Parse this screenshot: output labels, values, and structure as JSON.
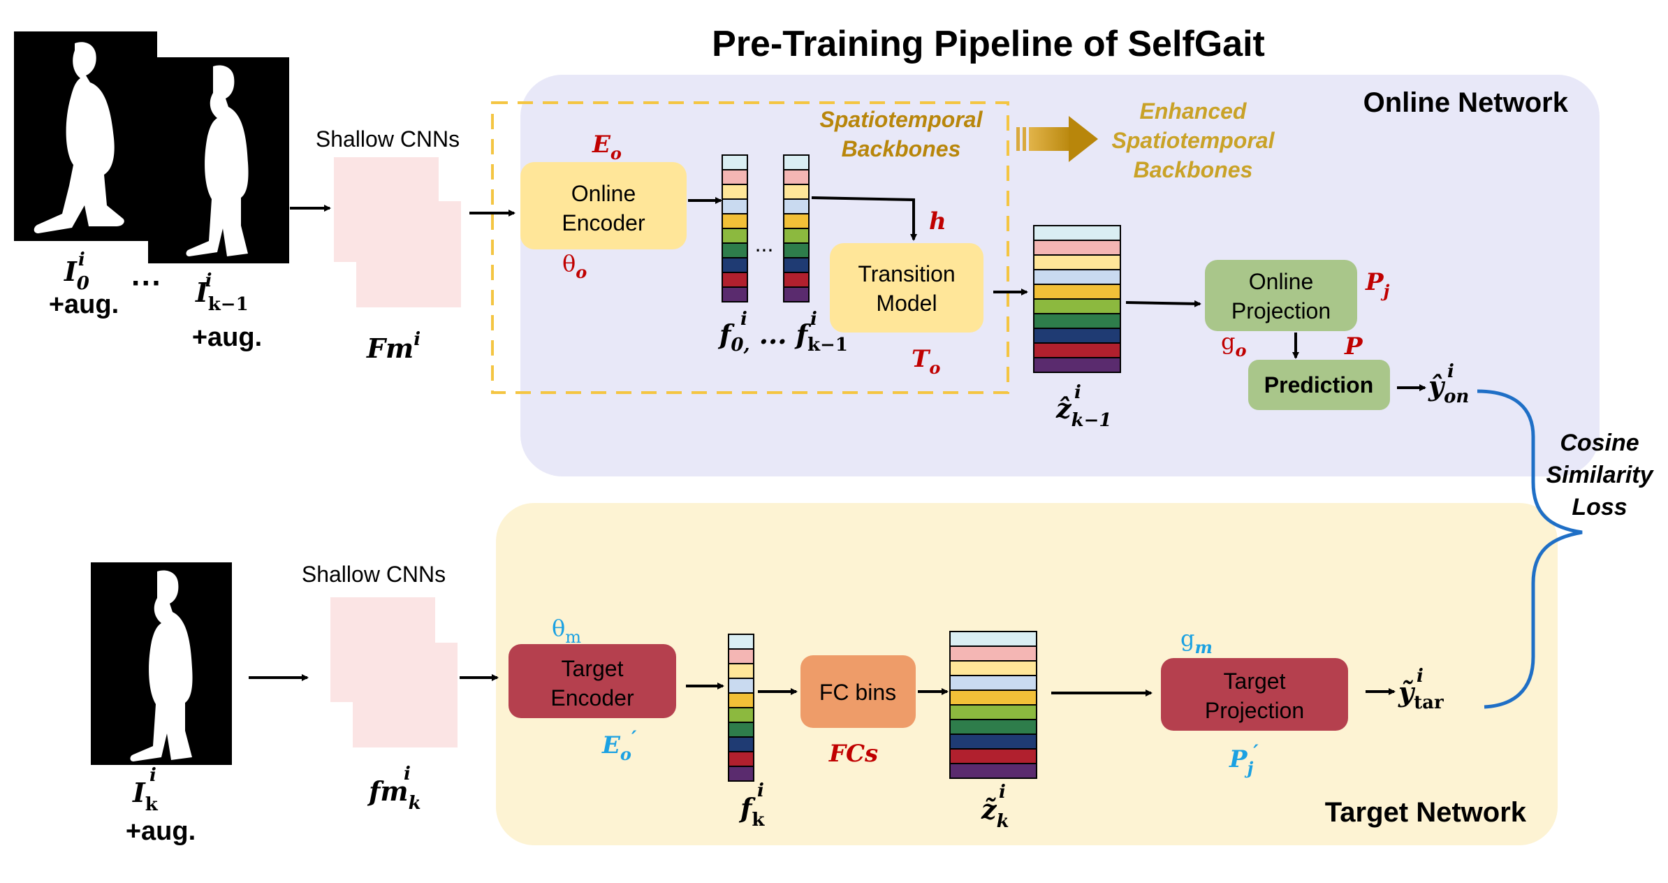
{
  "title": "Pre-Training Pipeline of SelfGait",
  "online_network": {
    "label": "Online Network",
    "shallow_cnns_label": "Shallow CNNs",
    "input_first_label": "I",
    "input_first_sub": "0",
    "input_first_sup": "i",
    "input_first_aug": "+aug.",
    "ellipsis": "···",
    "input_last_label": "I",
    "input_last_sub": "k−1",
    "input_last_sup": "i",
    "input_last_aug": "+aug.",
    "feature_map_label": "Fm",
    "feature_map_sup": "i",
    "encoder_line1": "Online",
    "encoder_line2": "Encoder",
    "encoder_symbol": "E",
    "encoder_symbol_sub": "o",
    "encoder_param": "θ",
    "encoder_param_sub": "o",
    "features_ellipsis": "...",
    "features_label": "f",
    "features_label_sub0": "0,",
    "features_label_mid": " ... f",
    "features_label_subk": "k−1",
    "features_sup": "i",
    "backbone_line1": "Spatiotemporal",
    "backbone_line2": "Backbones",
    "enhanced_line1": "Enhanced",
    "enhanced_line2": "Spatiotemporal",
    "enhanced_line3": "Backbones",
    "h_label": "h",
    "transition_line1": "Transition",
    "transition_line2": "Model",
    "transition_symbol": "T",
    "transition_symbol_sub": "o",
    "z_label": "ẑ",
    "z_sub": "k−1",
    "z_sup": "i",
    "projection_line1": "Online",
    "projection_line2": "Projection",
    "projection_symbol": "P",
    "projection_symbol_sub": "j",
    "projection_param": "g",
    "projection_param_sub": "o",
    "prediction_label": "Prediction",
    "prediction_symbol": "P",
    "output_label": "ŷ",
    "output_sub": "on",
    "output_sup": "i"
  },
  "loss": {
    "line1": "Cosine",
    "line2": "Similarity",
    "line3": "Loss"
  },
  "target_network": {
    "label": "Target Network",
    "shallow_cnns_label": "Shallow CNNs",
    "input_label": "I",
    "input_sub": "k",
    "input_sup": "i",
    "input_aug": "+aug.",
    "feature_map_label": "fm",
    "feature_map_sub": "k",
    "feature_map_sup": "i",
    "encoder_param": "θ",
    "encoder_param_sub": "m",
    "encoder_line1": "Target",
    "encoder_line2": "Encoder",
    "encoder_symbol": "E",
    "encoder_symbol_sub": "o",
    "encoder_symbol_prime": "′",
    "features_label": "f",
    "features_sub": "k",
    "features_sup": "i",
    "fc_label": "FC bins",
    "fc_symbol": "FCs",
    "z_label": "z̃",
    "z_sub": "k",
    "z_sup": "i",
    "projection_param": "g",
    "projection_param_sub": "m",
    "projection_line1": "Target",
    "projection_line2": "Projection",
    "projection_symbol": "P",
    "projection_symbol_sub": "j",
    "projection_symbol_prime": "′",
    "output_label": "ỹ",
    "output_sub": "tar",
    "output_sup": "i"
  },
  "colors": {
    "online_bg": "#E8E8F8",
    "target_bg": "#FDF3D3",
    "encoder_fill": "#FFE699",
    "green_fill": "#A9C68A",
    "target_fill": "#B5404E",
    "fc_fill": "#EE9C69",
    "red_label": "#C00000",
    "blue_label": "#1BA1E2",
    "gold": "#B8860B",
    "dashed": "#F4C542",
    "bracket": "#1F6FC6",
    "feature_stack": [
      "#DAEEF3",
      "#F4B6B4",
      "#FFE699",
      "#C9DAF0",
      "#F2C038",
      "#8CB93F",
      "#2E7D4B",
      "#1F3B73",
      "#B1202E",
      "#5A2B6E"
    ]
  }
}
